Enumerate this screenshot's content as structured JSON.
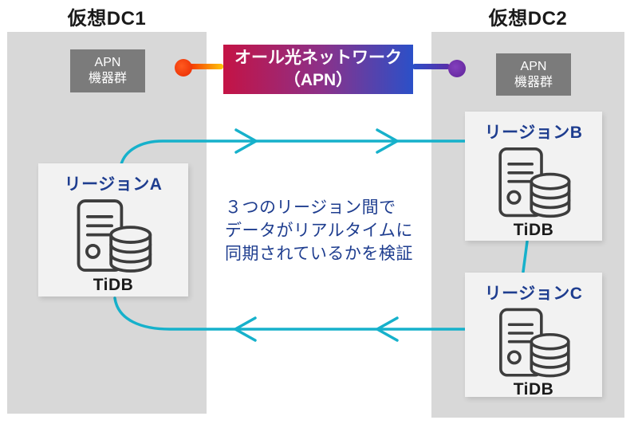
{
  "dc1": {
    "title": "仮想DC1",
    "apn_box": "APN\n機器群"
  },
  "dc2": {
    "title": "仮想DC2",
    "apn_box": "APN\n機器群"
  },
  "apn_banner": {
    "label": "オール光ネットワーク\n（APN）"
  },
  "regions": [
    {
      "id": "A",
      "label": "リージョンA",
      "db": "TiDB"
    },
    {
      "id": "B",
      "label": "リージョンB",
      "db": "TiDB"
    },
    {
      "id": "C",
      "label": "リージョンC",
      "db": "TiDB"
    }
  ],
  "description": "３つのリージョン間で\nデータがリアルタイムに\n同期されているかを検証",
  "colors": {
    "dc_panel_bg": "#d8d8d8",
    "apn_equipment_bg": "#7b7b7b",
    "region_card_bg": "#f2f2f2",
    "banner_gradient_left": "#c41345",
    "banner_gradient_mid": "#8c3189",
    "banner_gradient_right": "#2b50c8",
    "connector_left_start": "#f32500",
    "connector_left_end": "#ffc60a",
    "connector_right_start": "#2b50c8",
    "connector_right_end": "#5f2399",
    "arrow_teal": "#16b1cb",
    "region_label_navy": "#1e3d8f"
  }
}
